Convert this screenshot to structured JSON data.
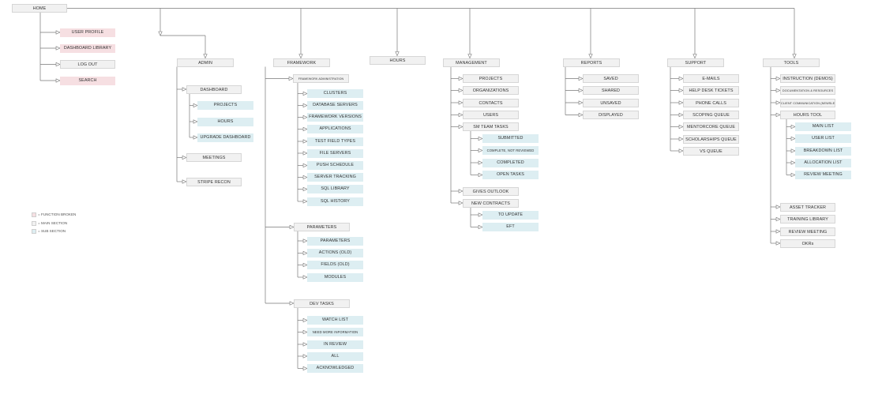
{
  "colors": {
    "main": "#f1f1f1",
    "sub": "#ddeef2",
    "broken": "#f6dfe2",
    "line": "#777777"
  },
  "home": {
    "label": "HOME"
  },
  "home_links": [
    {
      "label": "USER PROFILE",
      "kind": "broken"
    },
    {
      "label": "DASHBOARD LIBRARY",
      "kind": "broken"
    },
    {
      "label": "LOG OUT",
      "kind": "main"
    },
    {
      "label": "SEARCH",
      "kind": "broken"
    }
  ],
  "admin": {
    "label": "ADMIN",
    "dashboard": {
      "label": "DASHBOARD",
      "children": [
        "PROJECTS",
        "HOURS",
        "UPGRADE DASHBOARD"
      ]
    },
    "meetings": {
      "label": "MEETINGS"
    },
    "stripe_recon": {
      "label": "STRIPE RECON"
    }
  },
  "framework": {
    "label": "FRAMEWORK",
    "administration": {
      "label": "FRAMEWORK ADMINISTRATION",
      "children": [
        "CLUSTERS",
        "DATABASE SERVERS",
        "FRAMEWORK VERSIONS",
        "APPLICATIONS",
        "TEST FIELD TYPES",
        "FILE SERVERS",
        "PUSH SCHEDULE",
        "SERVER TRACKING",
        "SQL LIBRARY",
        "SQL HISTORY"
      ]
    },
    "parameters": {
      "label": "PARAMETERS",
      "children": [
        "PARAMETERS",
        "ACTIONS (OLD)",
        "FIELDS (OLD)",
        "MODULES"
      ]
    },
    "dev_tasks": {
      "label": "DEV TASKS",
      "children": [
        "WATCH LIST",
        "NEED MORE INFORMATION",
        "IN REVIEW",
        "ALL",
        "ACKNOWLEDGED"
      ]
    }
  },
  "hours": {
    "label": "HOURS"
  },
  "management": {
    "label": "MANAGEMENT",
    "items": [
      "PROJECTS",
      "ORGANIZATIONS",
      "CONTACTS",
      "USERS"
    ],
    "sm_team_tasks": {
      "label": "SM TEAM TASKS",
      "children": [
        "SUBMITTED",
        "COMPLETE, NOT REVIEWED",
        "COMPLETED",
        "OPEN TASKS"
      ]
    },
    "gives_outlook": {
      "label": "GIVES OUTLOOK"
    },
    "new_contracts": {
      "label": "NEW CONTRACTS",
      "children": [
        "TO UPDATE",
        "EFT"
      ]
    }
  },
  "reports": {
    "label": "REPORTS",
    "children": [
      "SAVED",
      "SHARED",
      "UNSAVED",
      "DISPLAYED"
    ]
  },
  "support": {
    "label": "SUPPORT",
    "children": [
      "E-MAILS",
      "HELP DESK TICKETS",
      "PHONE CALLS",
      "SCOPING QUEUE",
      "MENTORCORE QUEUE",
      "SCHOLARSHIPS QUEUE",
      "VS QUEUE"
    ]
  },
  "tools": {
    "label": "TOOLS",
    "top": [
      "INSTRUCTION (DEMOS)",
      "DOCUMENTATION & RESOURCES",
      "CLIENT COMMUNICATION (NEWSLETTER)"
    ],
    "hours_tool": {
      "label": "HOURS TOOL",
      "children": [
        "MAIN LIST",
        "USER LIST",
        "BREAKDOWN LIST",
        "ALLOCATION LIST",
        "REVIEW MEETING"
      ]
    },
    "bottom": [
      "ASSET TRACKER",
      "TRAINING LIBRARY",
      "REVIEW MEETING",
      "OKRs"
    ]
  },
  "legend": [
    {
      "label": "= FUNCTION BROKEN",
      "kind": "broken"
    },
    {
      "label": "= MAIN SECTION",
      "kind": "main"
    },
    {
      "label": "= SUB SECTION",
      "kind": "sub"
    }
  ]
}
